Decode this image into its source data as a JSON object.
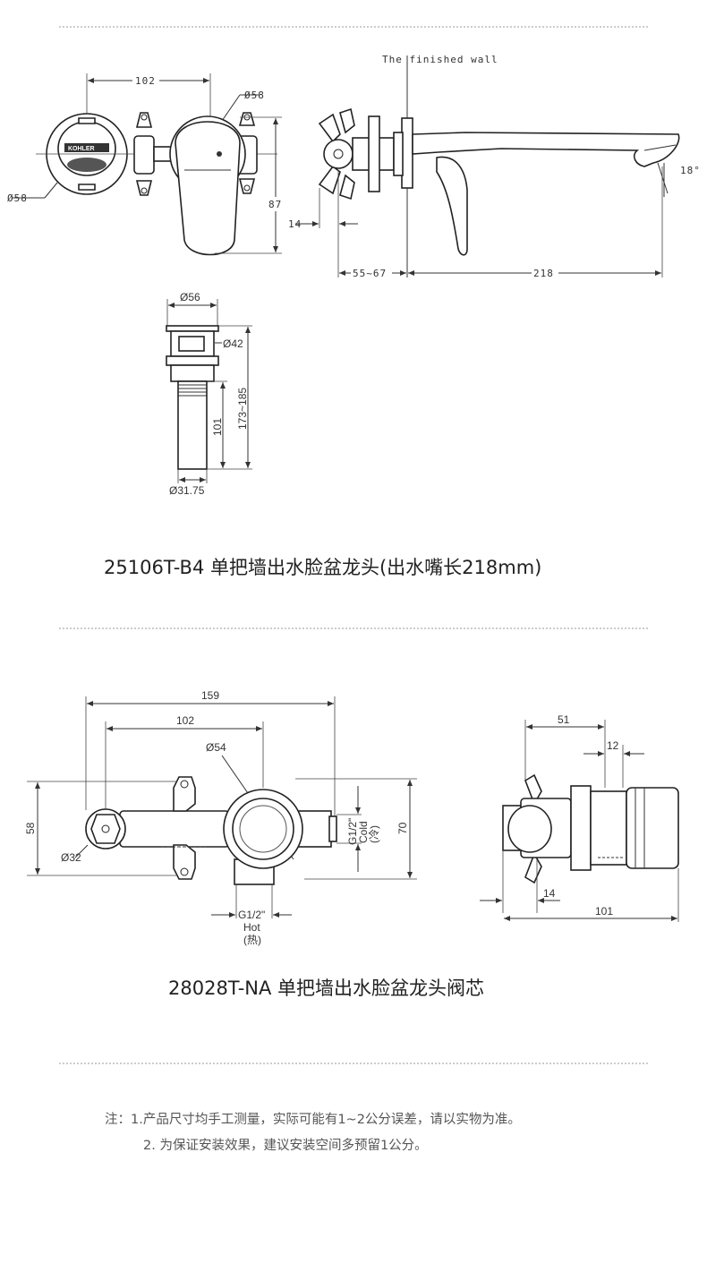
{
  "section1": {
    "wall_label": "The finished wall",
    "dims": {
      "width_102": "102",
      "dia_58_top": "Ø58",
      "dia_58_left": "Ø58",
      "height_87": "87",
      "depth_14": "14",
      "range_55_67": "55~67",
      "spout_218": "218",
      "angle_18": "18°",
      "drain_dia_56": "Ø56",
      "drain_dia_42": "Ø42",
      "drain_173_185": "173~185",
      "drain_101": "101",
      "drain_dia_3175": "Ø31.75"
    },
    "brand_mark": "KOHLER",
    "title": "25106T-B4 单把墙出水脸盆龙头(出水嘴长218mm)"
  },
  "section2": {
    "dims": {
      "width_159": "159",
      "width_102": "102",
      "dia_54": "Ø54",
      "height_58": "58",
      "dia_32": "Ø32",
      "height_70": "70",
      "side_51": "51",
      "side_12": "12",
      "side_14": "14",
      "side_101": "101"
    },
    "cold_label": [
      "G1/2\"",
      "Cold",
      "(冷)"
    ],
    "hot_label": [
      "G1/2\"",
      "Hot",
      "(热)"
    ],
    "title": "28028T-NA 单把墙出水脸盆龙头阀芯"
  },
  "notes": [
    "注：1.产品尺寸均手工测量，实际可能有1~2公分误差，请以实物为准。",
    "2. 为保证安装效果，建议安装空间多预留1公分。"
  ]
}
